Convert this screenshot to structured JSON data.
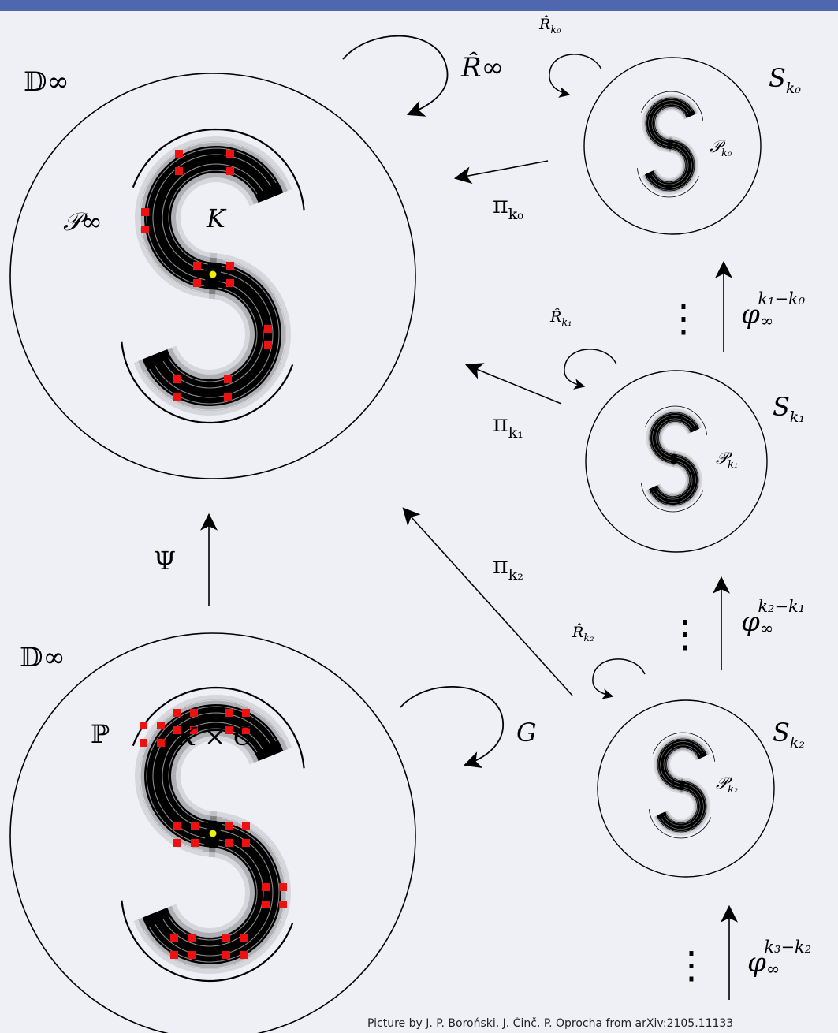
{
  "header": {
    "accent_color": "#4f67ae"
  },
  "big_top": {
    "space": "𝔻∞",
    "set_label": "𝒫∞",
    "inner_label": "K",
    "rotation_label": "R̂∞"
  },
  "big_bottom": {
    "space": "𝔻∞",
    "set_label": "ℙ",
    "inner_label": "K × C",
    "map_label": "G"
  },
  "psi_label": "Ψ",
  "spheres": [
    {
      "name": "S",
      "sub": "k₀",
      "set": "𝒫",
      "set_sub": "k₀",
      "rot": "R̂",
      "rot_sub": "k₀",
      "proj": "π",
      "proj_sub": "k₀"
    },
    {
      "name": "S",
      "sub": "k₁",
      "set": "𝒫",
      "set_sub": "k₁",
      "rot": "R̂",
      "rot_sub": "k₁",
      "proj": "π",
      "proj_sub": "k₁"
    },
    {
      "name": "S",
      "sub": "k₂",
      "set": "𝒫",
      "set_sub": "k₂",
      "rot": "R̂",
      "rot_sub": "k₂",
      "proj": "π",
      "proj_sub": "k₂"
    }
  ],
  "phi_maps": [
    {
      "base": "φ",
      "sub": "∞",
      "sup": "k₁−k₀"
    },
    {
      "base": "φ",
      "sub": "∞",
      "sup": "k₂−k₁"
    },
    {
      "base": "φ",
      "sub": "∞",
      "sup": "k₃−k₂"
    }
  ],
  "dots": "⋮",
  "colors": {
    "marker": "#ee1111",
    "center_point": "#f0f000",
    "ink": "#000000"
  },
  "caption": "Picture by J. P. Boroński, J. Činč, P. Oprocha from arXiv:2105.11133"
}
